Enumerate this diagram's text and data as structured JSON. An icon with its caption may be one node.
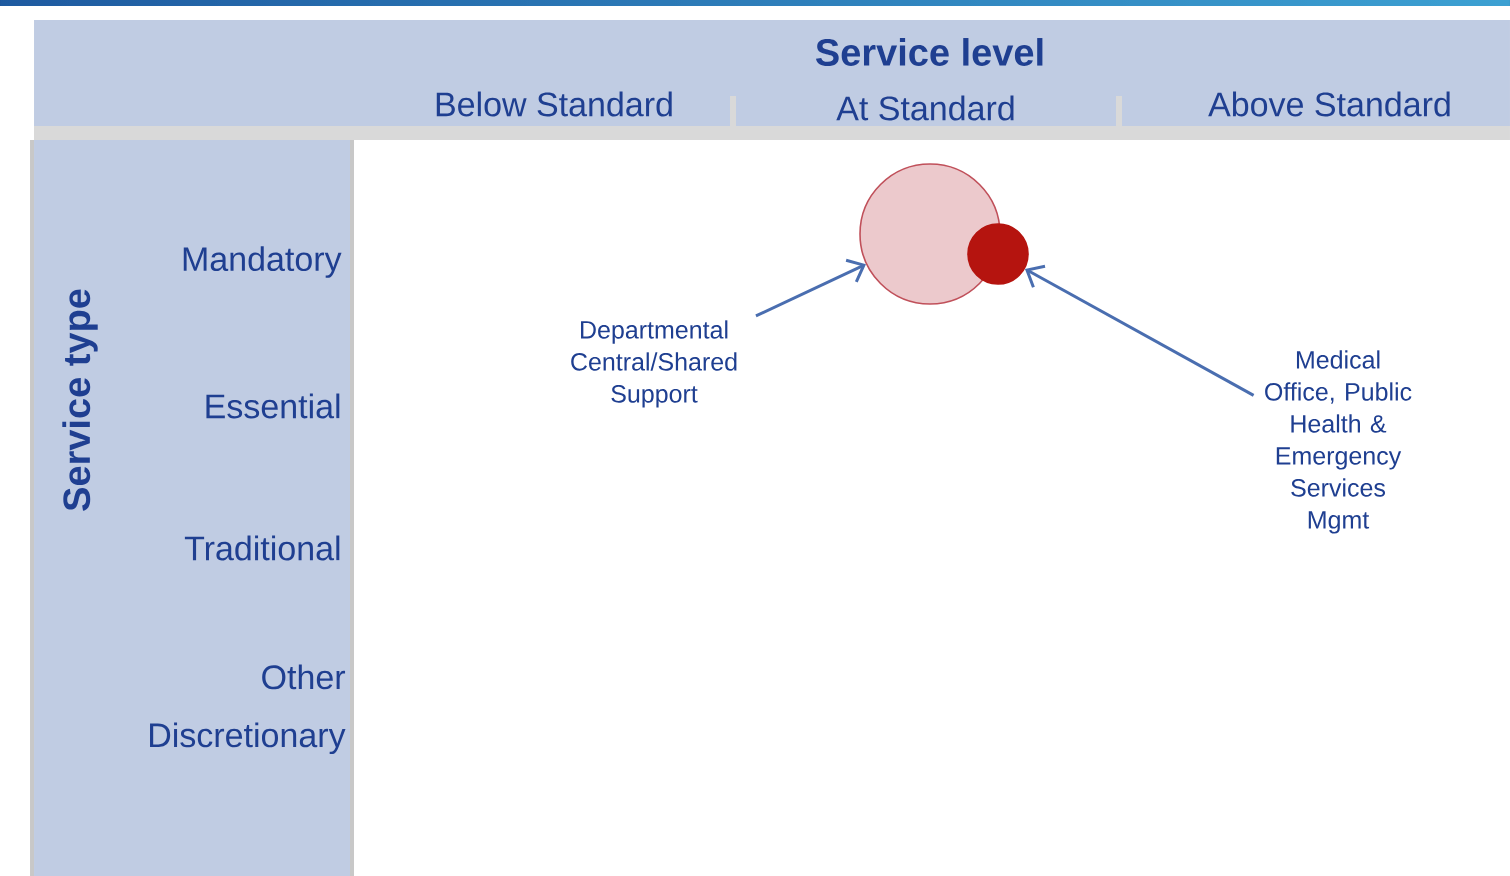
{
  "diagram": {
    "nodes": [
      {
        "text": [],
        "shape": "circle"
      },
      {
        "text": [],
        "shape": "circle"
      },
      {
        "text": [
          "Departmental Central/Shared Support"
        ]
      },
      {
        "text": [
          "Medical Office, Public Health & Emergency Services Mgmt"
        ]
      }
    ],
    "edges": [
      {
        "from": 2,
        "to": 0,
        "arrow": "to"
      },
      {
        "from": 3,
        "to": 1,
        "arrow": "to"
      }
    ],
    "labels": [
      "Service level",
      "Below Standard",
      "At Standard",
      "Above Standard",
      "Service type",
      "Mandatory",
      "Essential",
      "Traditional",
      "Other Discretionary"
    ]
  }
}
